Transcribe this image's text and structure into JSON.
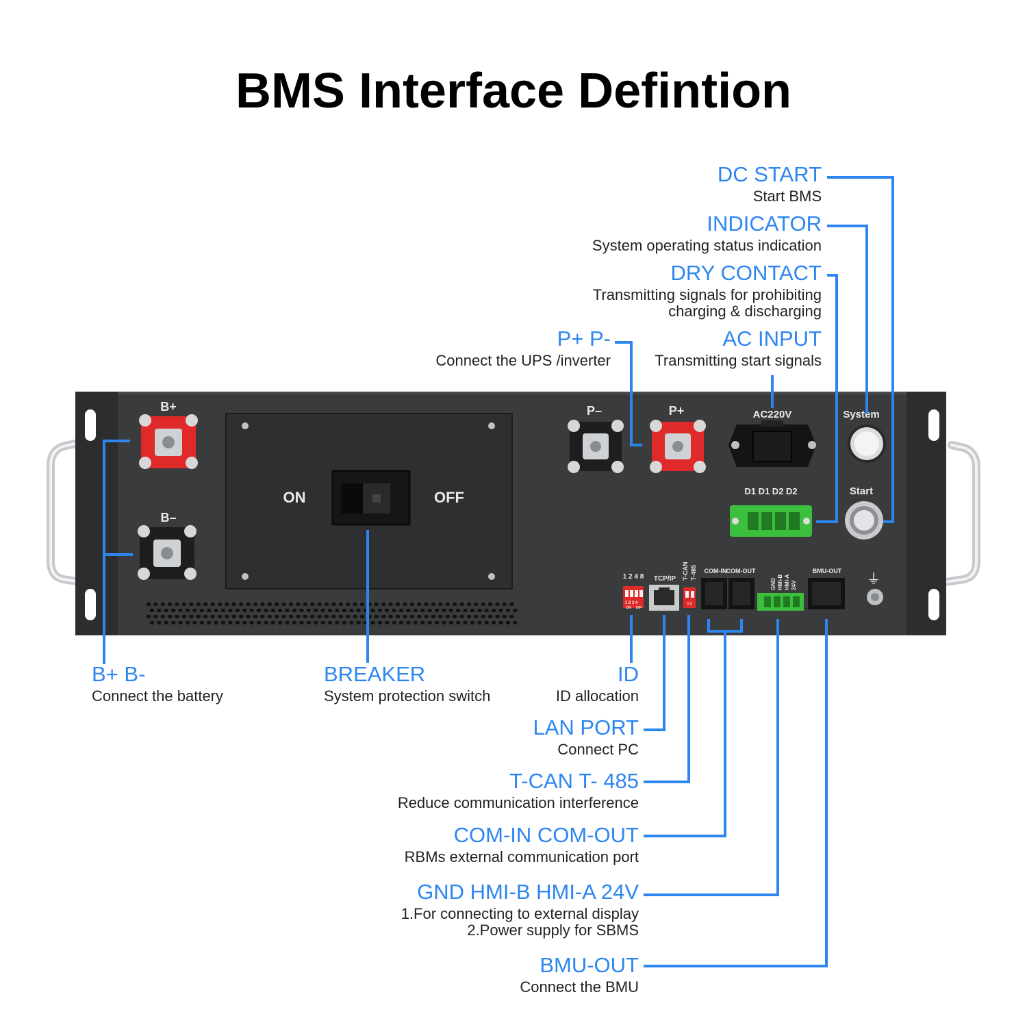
{
  "title": "BMS Interface Defintion",
  "callouts": {
    "dc_start": {
      "name": "DC START",
      "desc": "Start BMS"
    },
    "indicator": {
      "name": "INDICATOR",
      "desc": "System operating status indication"
    },
    "dry_contact": {
      "name": "DRY CONTACT",
      "desc1": "Transmitting signals for prohibiting",
      "desc2": "charging & discharging"
    },
    "pp": {
      "name": "P+ P-",
      "desc": "Connect the UPS /inverter"
    },
    "ac_input": {
      "name": "AC INPUT",
      "desc": "Transmitting start signals"
    },
    "bb": {
      "name": "B+ B-",
      "desc": "Connect the battery"
    },
    "breaker": {
      "name": "BREAKER",
      "desc": "System protection switch"
    },
    "id": {
      "name": "ID",
      "desc": "ID allocation"
    },
    "lan": {
      "name": "LAN PORT",
      "desc": "Connect PC"
    },
    "tcan": {
      "name": "T-CAN T- 485",
      "desc": "Reduce communication interference"
    },
    "com": {
      "name": "COM-IN COM-OUT",
      "desc": "RBMs external communication port"
    },
    "gnd": {
      "name": "GND HMI-B HMI-A 24V",
      "desc1": "1.For connecting to external display",
      "desc2": "2.Power supply for SBMS"
    },
    "bmu": {
      "name": "BMU-OUT",
      "desc": "Connect the BMU"
    }
  },
  "panel_labels": {
    "b_plus": "B+",
    "b_minus": "B–",
    "p_minus": "P–",
    "p_plus": "P+",
    "on": "ON",
    "off": "OFF",
    "ac220v": "AC220V",
    "system": "System",
    "start": "Start",
    "d_terms": "D1 D1 D2 D2",
    "dip_top": "1 2 4 8",
    "tcpip": "TCP/IP",
    "tcan_small": "T-CAN",
    "t485_small": "T-485",
    "com_in": "COM-IN",
    "com_out": "COM-OUT",
    "gnd_small": "GND",
    "hmib_small": "HMI-B",
    "hmia_small": "HMI-A",
    "v24_small": "24V",
    "bmu_out": "BMU-OUT",
    "dip_bottom": "1 2 3 4",
    "dip_on": "ON",
    "dip_dip": "DIP",
    "tcan_num": "1 2",
    "ground_symbol": "⏚"
  },
  "colors": {
    "accent": "#2d86f0",
    "panel": "#3a3b3d",
    "terminal_red": "#e02a2a",
    "terminal_green": "#3cbf3c"
  }
}
